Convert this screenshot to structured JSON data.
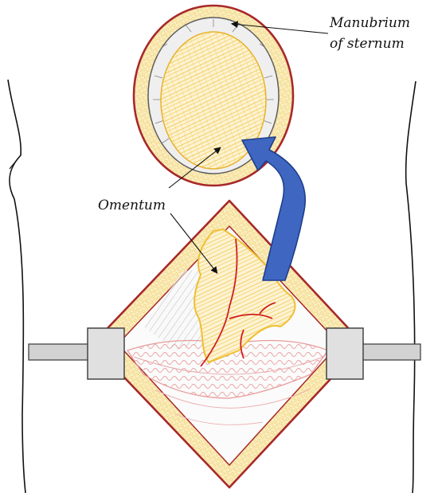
{
  "labels": {
    "manubrium_line1": "Manubrium",
    "manubrium_line2": "of sternum",
    "omentum": "Omentum"
  },
  "colors": {
    "outline_red": "#a8282a",
    "fat_yellow": "#f2dc9a",
    "omentum_yellow": "#f2c235",
    "vessel_red": "#d11f1f",
    "arrow_blue": "#3f67c2",
    "arrow_border": "#1e3e8c",
    "retractor_gray": "#d2d2d2",
    "bowel_pink": "#f2c4c4",
    "body_outline": "#111111"
  }
}
